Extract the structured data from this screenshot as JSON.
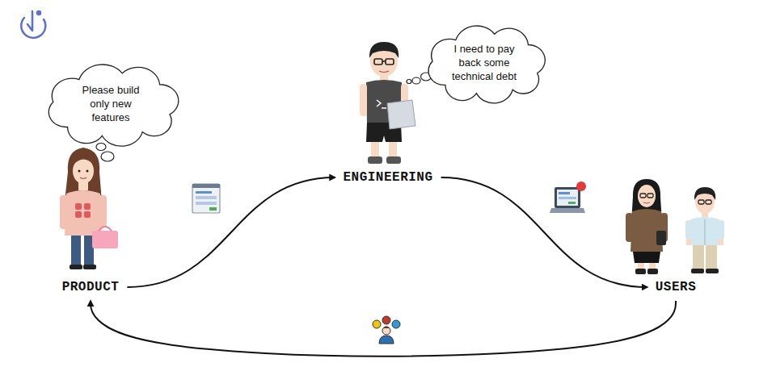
{
  "diagram": {
    "nodes": [
      {
        "text": [
          "Please build only new features"
        ]
      },
      {
        "text": [
          "I need to pay back some technical debt"
        ]
      },
      {
        "text": [
          "PRODUCT"
        ]
      },
      {
        "text": [
          "ENGINEERING"
        ]
      },
      {
        "text": [
          "USERS"
        ]
      }
    ],
    "edges": [
      {
        "from": 2,
        "to": 3,
        "arrow": "to"
      },
      {
        "from": 3,
        "to": 4,
        "arrow": "to"
      },
      {
        "from": 4,
        "to": 2,
        "arrow": "to"
      }
    ]
  }
}
